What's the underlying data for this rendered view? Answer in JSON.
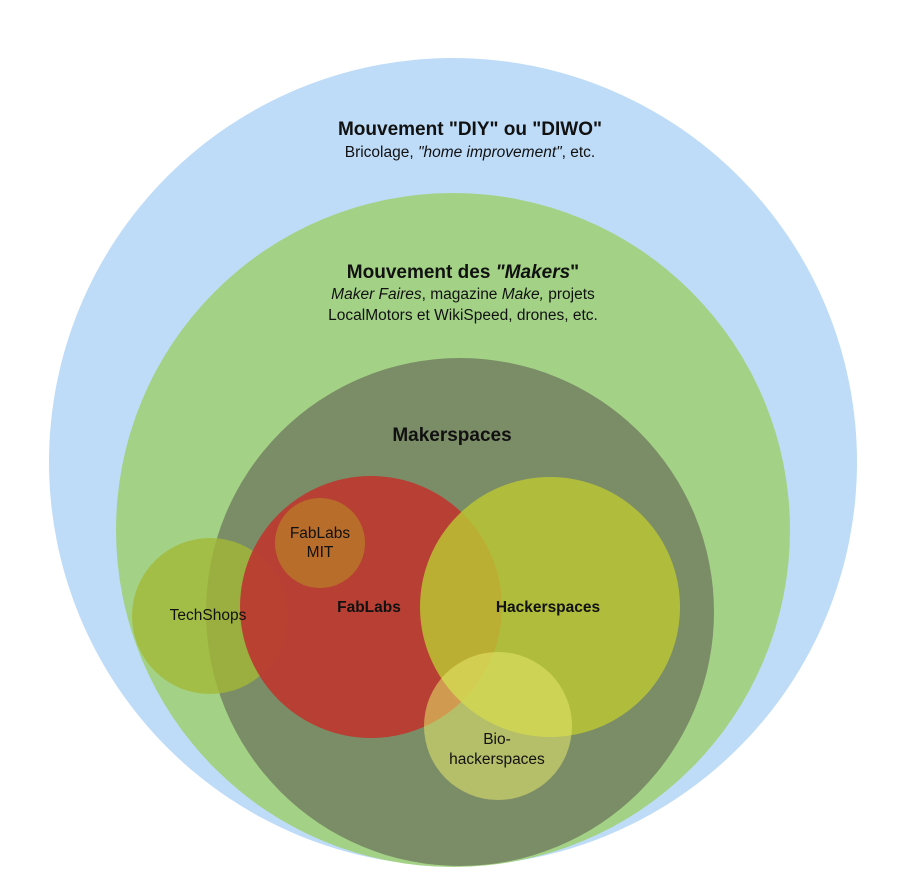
{
  "diagram": {
    "colors": {
      "background": "#ffffff",
      "diy": "#bedcf8",
      "makers": "#a3d286",
      "makerspaces": "#7b8d67",
      "fablabs": "#bb3b30",
      "fablabs_mit": "#b8762a",
      "techshops": "#a3b836",
      "hackerspaces": "#bcc833",
      "biohackerspaces": "#e6e86a",
      "text": "#111111"
    },
    "diy": {
      "title": "Mouvement \"DIY\" ou \"DIWO\"",
      "line1_a": "Bricolage, ",
      "line1_b": "\"home improvement\"",
      "line1_c": ", etc."
    },
    "makers": {
      "title_a": "Mouvement des ",
      "title_b": "\"Makers",
      "title_c": "\"",
      "line1_a": "Maker Faires",
      "line1_b": ", magazine ",
      "line1_c": "Make,",
      "line1_d": " projets",
      "line2": "LocalMotors et WikiSpeed, drones, etc."
    },
    "makerspaces": {
      "title": "Makerspaces"
    },
    "fablabs_mit": {
      "line1": "FabLabs",
      "line2": "MIT"
    },
    "techshops": {
      "label": "TechShops"
    },
    "fablabs": {
      "label": "FabLabs"
    },
    "hackerspaces": {
      "label": "Hackerspaces"
    },
    "biohackerspaces": {
      "line1": "Bio-",
      "line2": "hackerspaces"
    }
  }
}
